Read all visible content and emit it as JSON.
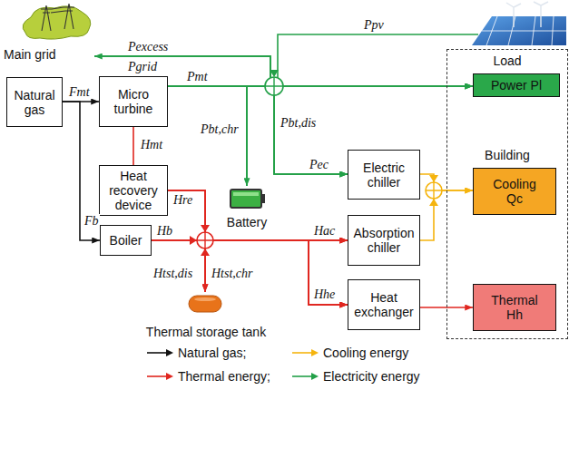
{
  "diagram": {
    "nodes": [
      {
        "text": [
          "Natural gas"
        ]
      },
      {
        "text": [
          "Micro turbine"
        ]
      },
      {
        "text": [
          "Heat recovery device"
        ]
      },
      {
        "text": [
          "Boiler"
        ]
      },
      {
        "text": [
          "Thermal storage tank"
        ]
      },
      {
        "text": [
          "Battery"
        ]
      },
      {
        "text": [
          "Electric chiller"
        ]
      },
      {
        "text": [
          "Absorption chiller"
        ]
      },
      {
        "text": [
          "Heat exchanger"
        ]
      },
      {
        "text": [
          "Main grid"
        ]
      },
      {
        "text": [
          "Load",
          "Building"
        ]
      },
      {
        "text": [
          "Power Pl"
        ],
        "in": 10
      },
      {
        "text": [
          "Cooling Qc"
        ],
        "in": 10
      },
      {
        "text": [
          "Thermal Hh"
        ],
        "in": 10
      }
    ],
    "edges": [
      {
        "from": 0,
        "to": 1,
        "arrow": "to",
        "label": "Fmt"
      },
      {
        "from": 0,
        "to": 3,
        "arrow": "to",
        "label": "Fb"
      },
      {
        "from": 1,
        "to": 2,
        "arrow": "none",
        "label": "Hmt"
      },
      {
        "from": 1,
        "to": 11,
        "arrow": "to"
      },
      {
        "from": 9,
        "to": 11,
        "arrow": "to"
      },
      {
        "from": 1,
        "to": 9,
        "arrow": "to"
      },
      {
        "from": 1,
        "to": 5,
        "arrow": "to"
      },
      {
        "from": 5,
        "to": 11,
        "arrow": "to"
      },
      {
        "from": 1,
        "to": 6,
        "arrow": "to",
        "label": "Pec"
      },
      {
        "from": 9,
        "to": 6,
        "arrow": "to"
      },
      {
        "from": 5,
        "to": 6,
        "arrow": "to"
      },
      {
        "from": 2,
        "to": 7,
        "arrow": "to",
        "label": "Hac"
      },
      {
        "from": 3,
        "to": 7,
        "arrow": "to"
      },
      {
        "from": 4,
        "to": 7,
        "arrow": "to"
      },
      {
        "from": 2,
        "to": 8,
        "arrow": "to",
        "label": "Hhe"
      },
      {
        "from": 3,
        "to": 8,
        "arrow": "to"
      },
      {
        "from": 4,
        "to": 8,
        "arrow": "to"
      },
      {
        "from": 2,
        "to": 4,
        "arrow": "to"
      },
      {
        "from": 3,
        "to": 4,
        "arrow": "to"
      },
      {
        "from": 6,
        "to": 12,
        "arrow": "to"
      },
      {
        "from": 7,
        "to": 12,
        "arrow": "to"
      },
      {
        "from": 8,
        "to": 13,
        "arrow": "to"
      }
    ],
    "labels": [
      "Pexcess",
      "Pgrid",
      "Ppv",
      "Pmt",
      "Pbt,chr",
      "Pbt,dis",
      "Hre",
      "Hb",
      "Htst,dis",
      "Htst,chr"
    ],
    "legend": [
      {
        "text": "Natural gas;"
      },
      {
        "text": "Cooling energy"
      },
      {
        "text": "Thermal energy;"
      },
      {
        "text": "Electricity energy"
      }
    ]
  }
}
